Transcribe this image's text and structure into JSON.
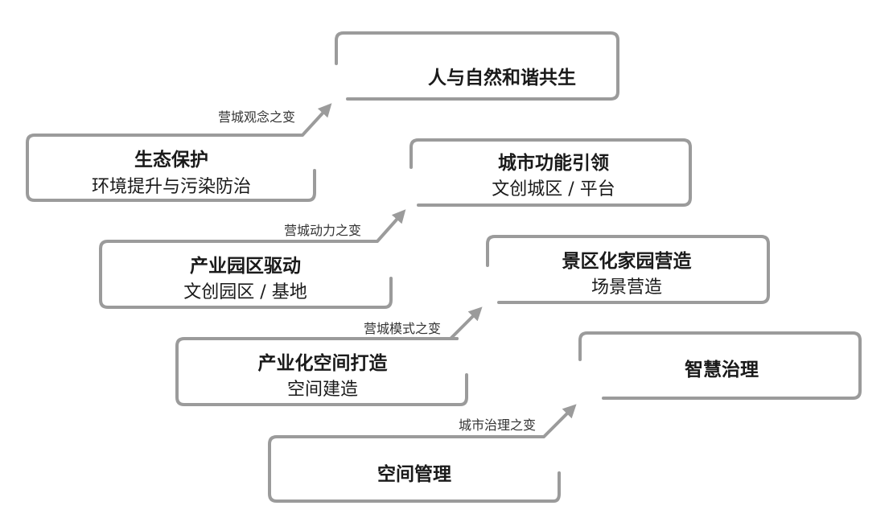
{
  "steps": [
    {
      "title": "空间管理",
      "sub": ""
    },
    {
      "title": "智慧治理",
      "sub": ""
    },
    {
      "title": "产业化空间打造",
      "sub": "空间建造"
    },
    {
      "title": "景区化家园营造",
      "sub": "场景营造"
    },
    {
      "title": "产业园区驱动",
      "sub": "文创园区 / 基地"
    },
    {
      "title": "城市功能引领",
      "sub": "文创城区 / 平台"
    },
    {
      "title": "生态保护",
      "sub": "环境提升与污染防治"
    },
    {
      "title": "人与自然和谐共生",
      "sub": ""
    }
  ],
  "transitions": [
    "城市治理之变",
    "营城模式之变",
    "营城动力之变",
    "营城观念之变"
  ],
  "colors": {
    "line": "#9b9b9b",
    "text": "#1a1a1a"
  }
}
